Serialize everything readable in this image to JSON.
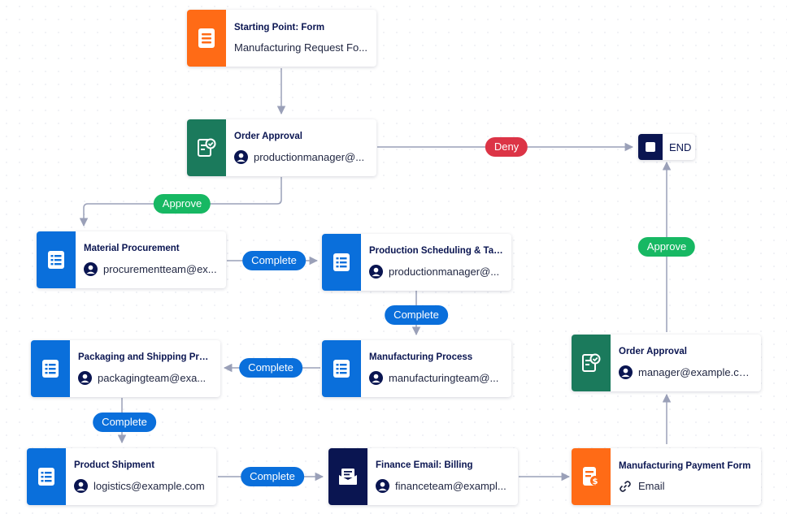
{
  "nodes": {
    "start_form": {
      "title": "Starting Point: Form",
      "subtitle": "Manufacturing Request Fo...",
      "icon": "form-icon"
    },
    "order_approval_top": {
      "title": "Order Approval",
      "subtitle": "productionmanager@...",
      "icon": "approval-icon"
    },
    "end": {
      "label": "END",
      "icon": "stop-icon"
    },
    "material_procurement": {
      "title": "Material Procurement",
      "subtitle": "procurementteam@ex...",
      "icon": "task-list-icon"
    },
    "production_scheduling": {
      "title": "Production Scheduling & Tas...",
      "subtitle": "productionmanager@...",
      "icon": "task-list-icon"
    },
    "manufacturing_process": {
      "title": "Manufacturing Process",
      "subtitle": "manufacturingteam@...",
      "icon": "task-list-icon"
    },
    "packaging_shipping": {
      "title": "Packaging and Shipping Prep...",
      "subtitle": "packagingteam@exa...",
      "icon": "task-list-icon"
    },
    "order_approval_right": {
      "title": "Order Approval",
      "subtitle": "manager@example.com",
      "icon": "approval-icon"
    },
    "product_shipment": {
      "title": "Product Shipment",
      "subtitle": "logistics@example.com",
      "icon": "task-list-icon"
    },
    "finance_email": {
      "title": "Finance Email: Billing",
      "subtitle": "financeteam@exampl...",
      "icon": "email-icon"
    },
    "payment_form": {
      "title": "Manufacturing Payment Form",
      "subtitle": "Email",
      "icon": "payment-form-icon"
    }
  },
  "edge_labels": {
    "deny": "Deny",
    "approve_top": "Approve",
    "approve_right": "Approve",
    "complete_1": "Complete",
    "complete_2": "Complete",
    "complete_3": "Complete",
    "complete_4": "Complete",
    "complete_5": "Complete"
  },
  "colors": {
    "task_blue": "#0a6fdb",
    "approval_green": "#1b7a5c",
    "form_orange": "#ff6b16",
    "navy": "#0a1551",
    "approve_pill": "#17b863",
    "deny_pill": "#dc3446",
    "connector": "#9aa0b8"
  }
}
